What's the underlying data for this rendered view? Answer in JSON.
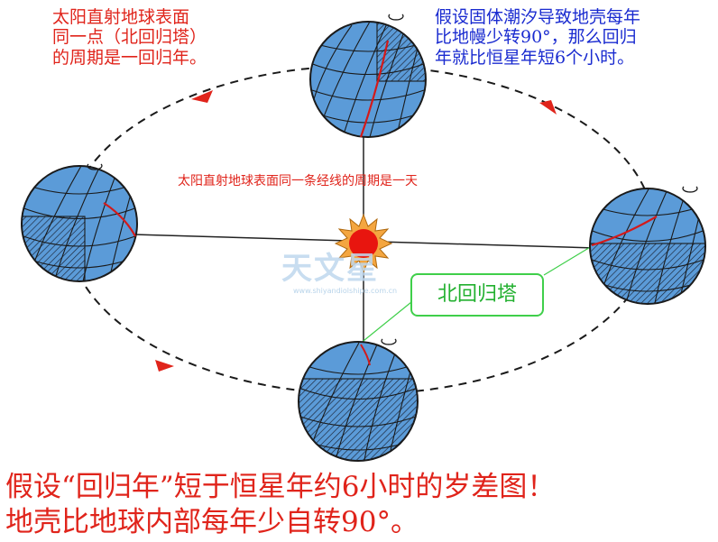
{
  "notes": {
    "top_left": "太阳直射地球表面\n同一点（北回归塔）\n的周期是一回归年。",
    "top_right": "假设固体潮汐导致地壳每年\n比地幔少转90°，那么回归\n年就比恒星年短6个小时。"
  },
  "center_caption": "太阳直射地球表面同一条经线的周期是一天",
  "tower_label": "北回归塔",
  "bottom_caption": {
    "line1": "假设“回归年”短于恒星年约6小时的岁差图！",
    "line2": "地壳比地球内部每年少自转90°。"
  },
  "watermark": {
    "text": "天文星",
    "sub": "www.shiyandiolshipe.com.cn"
  },
  "colors": {
    "globe_fill": "#5b9bd8",
    "sun_core": "#e8150f",
    "sun_rays": "#f4a640",
    "orbit": "#1a1a1a",
    "meridian": "#d31a1a",
    "tower_box": "#3fcf4a",
    "arrow": "#e0241b"
  },
  "icons": {
    "sun": "sun-icon",
    "rotation": "rotation-arrow-icon",
    "orbit_arrow": "orbit-direction-arrow-icon"
  }
}
